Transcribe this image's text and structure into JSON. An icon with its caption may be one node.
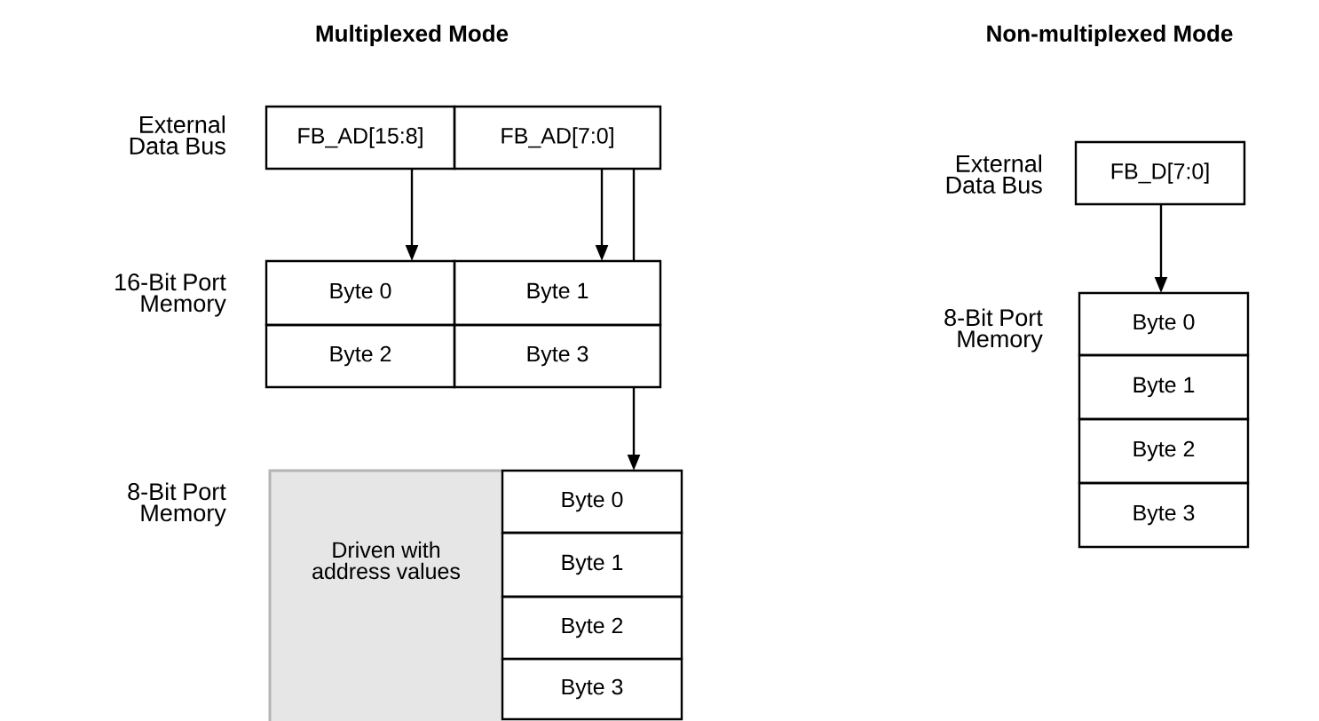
{
  "diagram": {
    "nodes": [
      {
        "text": [
          "FB_AD[15:8]"
        ]
      },
      {
        "text": [
          "FB_AD[7:0]"
        ]
      },
      {
        "text": [
          "Byte 0"
        ]
      },
      {
        "text": [
          "Byte 1"
        ]
      },
      {
        "text": [
          "Byte 2"
        ]
      },
      {
        "text": [
          "Byte 3"
        ]
      },
      {
        "text": [
          "Driven with address values"
        ]
      },
      {
        "text": [
          "Byte 0"
        ]
      },
      {
        "text": [
          "Byte 1"
        ]
      },
      {
        "text": [
          "Byte 2"
        ]
      },
      {
        "text": [
          "Byte 3"
        ]
      },
      {
        "text": [
          "FB_D[7:0]"
        ]
      },
      {
        "text": [
          "Byte 0"
        ]
      },
      {
        "text": [
          "Byte 1"
        ]
      },
      {
        "text": [
          "Byte 2"
        ]
      },
      {
        "text": [
          "Byte 3"
        ]
      }
    ],
    "edges": [
      {
        "from": 0,
        "to": 2,
        "arrow": "to"
      },
      {
        "from": 1,
        "to": 3,
        "arrow": "to"
      },
      {
        "from": 1,
        "to": 3,
        "arrow": "none"
      },
      {
        "from": 5,
        "to": 7,
        "arrow": "to"
      },
      {
        "from": 11,
        "to": 12,
        "arrow": "to"
      }
    ],
    "labels": [
      "Multiplexed Mode",
      "Non-multiplexed Mode",
      "External Data Bus",
      "16-Bit Port Memory",
      "External Data Bus",
      "8-Bit Port Memory",
      "8-Bit Port Memory"
    ]
  }
}
